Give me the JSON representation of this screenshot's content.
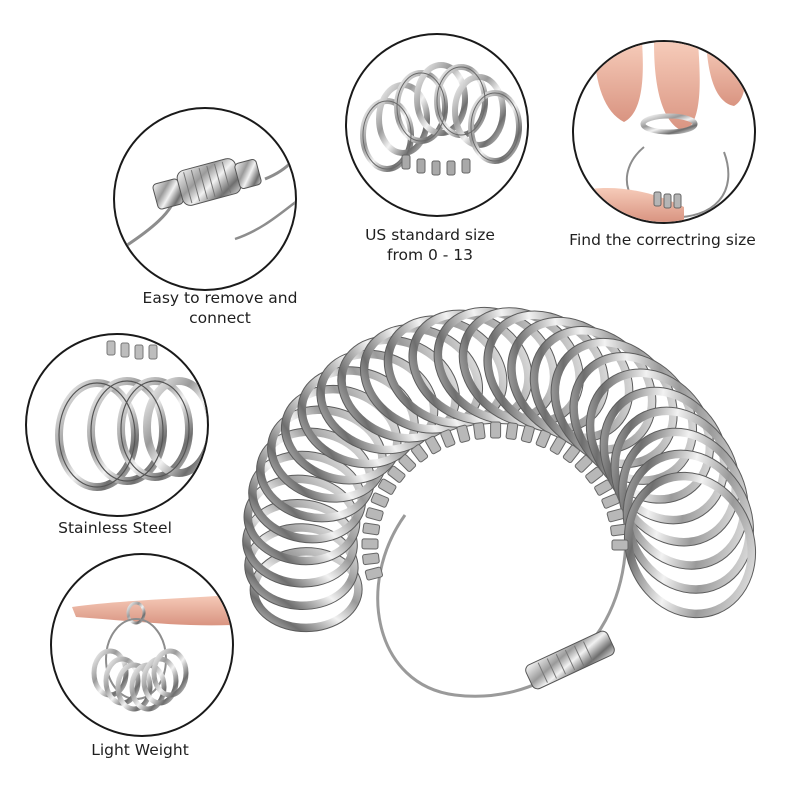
{
  "features": [
    {
      "id": "clasp",
      "caption_lines": [
        "Easy to remove and",
        "connect"
      ],
      "icon": "screw-clasp-photo"
    },
    {
      "id": "sizes",
      "caption_lines": [
        "US standard size",
        "from 0 - 13"
      ],
      "icon": "ring-bundle-photo"
    },
    {
      "id": "fit",
      "caption_lines": [
        "Find the correctring size"
      ],
      "icon": "finger-ring-photo"
    },
    {
      "id": "steel",
      "caption_lines": [
        "Stainless Steel"
      ],
      "icon": "steel-rings-photo"
    },
    {
      "id": "weight",
      "caption_lines": [
        "Light Weight"
      ],
      "icon": "hand-holding-rings-photo"
    }
  ],
  "colors": {
    "metal_light": "#f4f4f4",
    "metal_mid": "#b8b8b8",
    "metal_dark": "#5c5c5c",
    "outline": "#1a1a1a",
    "skin": "#f2b9a6"
  }
}
